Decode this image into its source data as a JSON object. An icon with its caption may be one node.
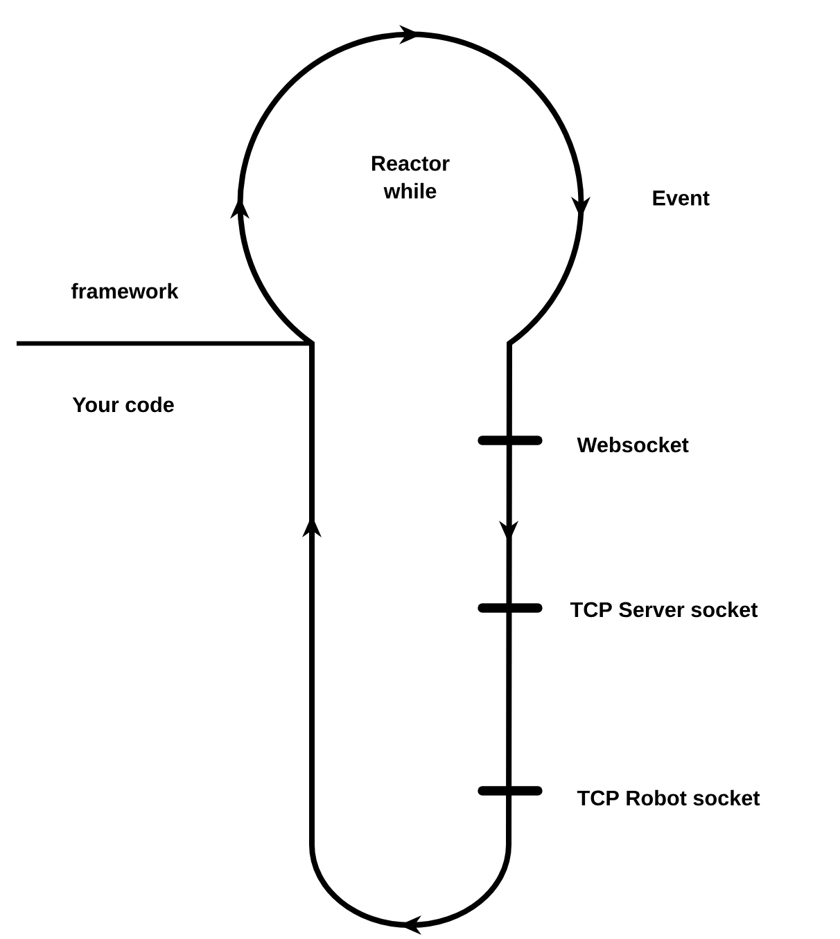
{
  "diagram": {
    "labels": [
      "Reactor while",
      "Event",
      "framework",
      "Your code",
      "Websocket",
      "TCP Server socket",
      "TCP Robot socket"
    ]
  }
}
